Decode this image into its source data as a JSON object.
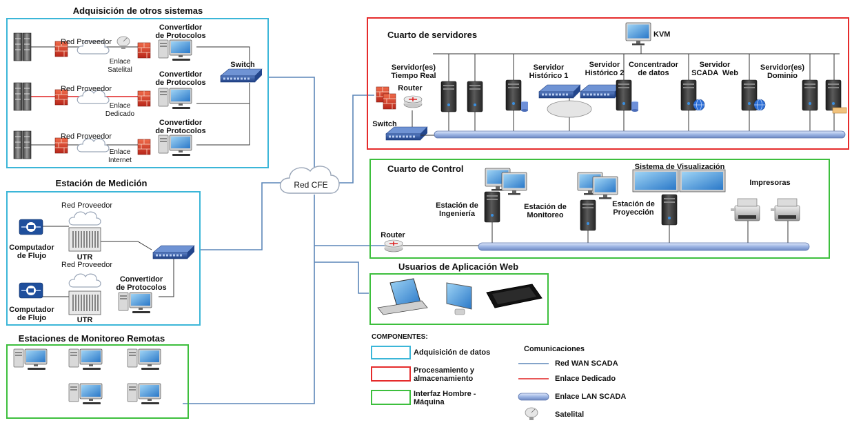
{
  "colors": {
    "adquisicion": "#3BB6D8",
    "procesamiento": "#E52B2B",
    "interfaz": "#3DBF3D",
    "wan": "#5C86B8",
    "dedicado": "#E02020",
    "lan": "#8FA8D8"
  },
  "titles": {
    "adquisicion": "Adquisición de otros  sistemas",
    "estacion_medicion": "Estación de Medición",
    "monitoreo_remotas": "Estaciones de Monitoreo Remotas",
    "cuarto_servidores": "Cuarto de servidores",
    "cuarto_control": "Cuarto de Control",
    "usuarios_web": "Usuarios de Aplicación Web"
  },
  "adquisicion": {
    "rows": [
      {
        "red": "Red Proveedor",
        "enlace": "Enlace\nSatelital",
        "conv": "Convertidor\nde Protocolos"
      },
      {
        "red": "Red Proveedor",
        "enlace": "Enlace\nDedicado",
        "conv": "Convertidor\nde Protocolos"
      },
      {
        "red": "Red Proveedor",
        "enlace": "Enlace\nInternet",
        "conv": "Convertidor\nde Protocolos"
      }
    ],
    "switch": "Switch"
  },
  "medicion": {
    "red1": "Red Proveedor",
    "red2": "Red Proveedor",
    "comp1": "Computador\nde Flujo",
    "comp2": "Computador\nde Flujo",
    "utr1": "UTR",
    "utr2": "UTR",
    "conv": "Convertidor\nde Protocolos"
  },
  "red_cfe": "Red CFE",
  "servidores": {
    "kvm": "KVM",
    "router": "Router",
    "switch": "Switch",
    "tiempo_real": "Servidor(es)\nTiempo Real",
    "historico1": "Servidor\nHistórico 1",
    "historico2": "Servidor\nHistórico 2",
    "concentrador": "Concentrador\nde datos",
    "scada_web": "Servidor\nSCADA  Web",
    "dominio": "Servidor(es)\nDominio"
  },
  "control": {
    "sistema_vis": "Sistema de Visualización",
    "impresoras": "Impresoras",
    "ingenieria": "Estación de\nIngeniería",
    "monitoreo": "Estación de\nMonitoreo",
    "proyeccion": "Estación de\nProyección",
    "router": "Router"
  },
  "legend": {
    "componentes": "COMPONENTES:",
    "comunicaciones": "Comunicaciones",
    "adquisicion": "Adquisición de datos",
    "procesamiento": "Procesamiento y\nalmacenamiento",
    "interfaz": "Interfaz Hombre -\nMáquina",
    "wan": "Red WAN SCADA",
    "dedicado": "Enlace Dedicado",
    "lan": "Enlace LAN SCADA",
    "satelital": "Satelital"
  }
}
